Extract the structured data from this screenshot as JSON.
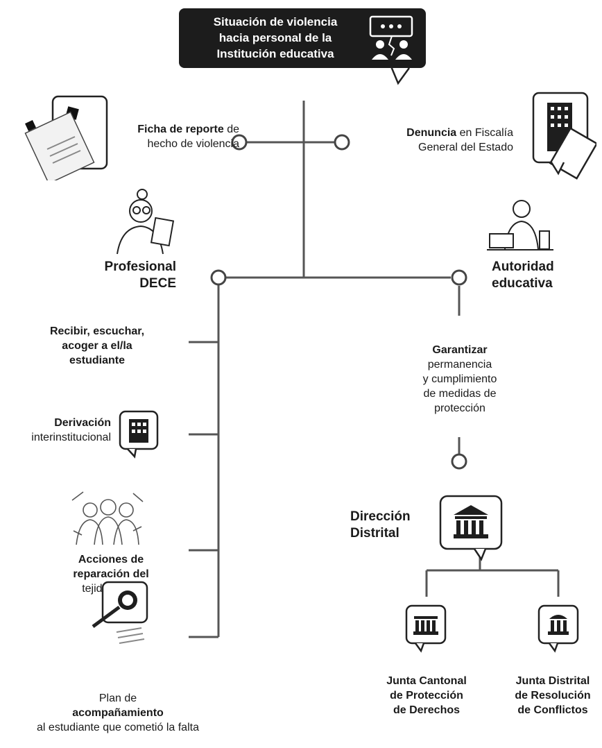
{
  "title": {
    "line1": "Situación de violencia",
    "line2": "hacia personal de la",
    "line3": "Institución educativa"
  },
  "ficha": {
    "bold": "Ficha de reporte",
    "rest1": " de",
    "line2": "hecho de violencia"
  },
  "denuncia": {
    "bold": "Denuncia",
    "rest1": " en Fiscalía",
    "line2": "General del Estado"
  },
  "dece": {
    "line1": "Profesional",
    "line2": "DECE"
  },
  "autoridad": {
    "line1": "Autoridad",
    "line2": "educativa"
  },
  "recibir": {
    "line1": "Recibir, escuchar,",
    "line2": "acoger a el/la",
    "line3": "estudiante"
  },
  "derivacion": {
    "bold": "Derivación",
    "line2": "interinstitucional"
  },
  "acciones": {
    "line1": "Acciones de",
    "line2": "reparación del",
    "line3": "tejido social"
  },
  "plan": {
    "line1": "Plan de",
    "line2": "acompañamiento",
    "line3": "al estudiante que cometió la falta"
  },
  "garantizar": {
    "bold": "Garantizar",
    "line2": "permanencia",
    "line3": "y cumplimiento",
    "line4": "de medidas de",
    "line5": "protección"
  },
  "direccion": {
    "line1": "Dirección",
    "line2": "Distrital"
  },
  "junta_cantonal": {
    "line1": "Junta Cantonal",
    "line2": "de Protección",
    "line3": "de Derechos"
  },
  "junta_distrital": {
    "line1": "Junta Distrital",
    "line2": "de Resolución",
    "line3": "de Conflictos"
  },
  "colors": {
    "ink": "#1a1a1a",
    "line": "#555555",
    "box": "#1c1c1c"
  }
}
